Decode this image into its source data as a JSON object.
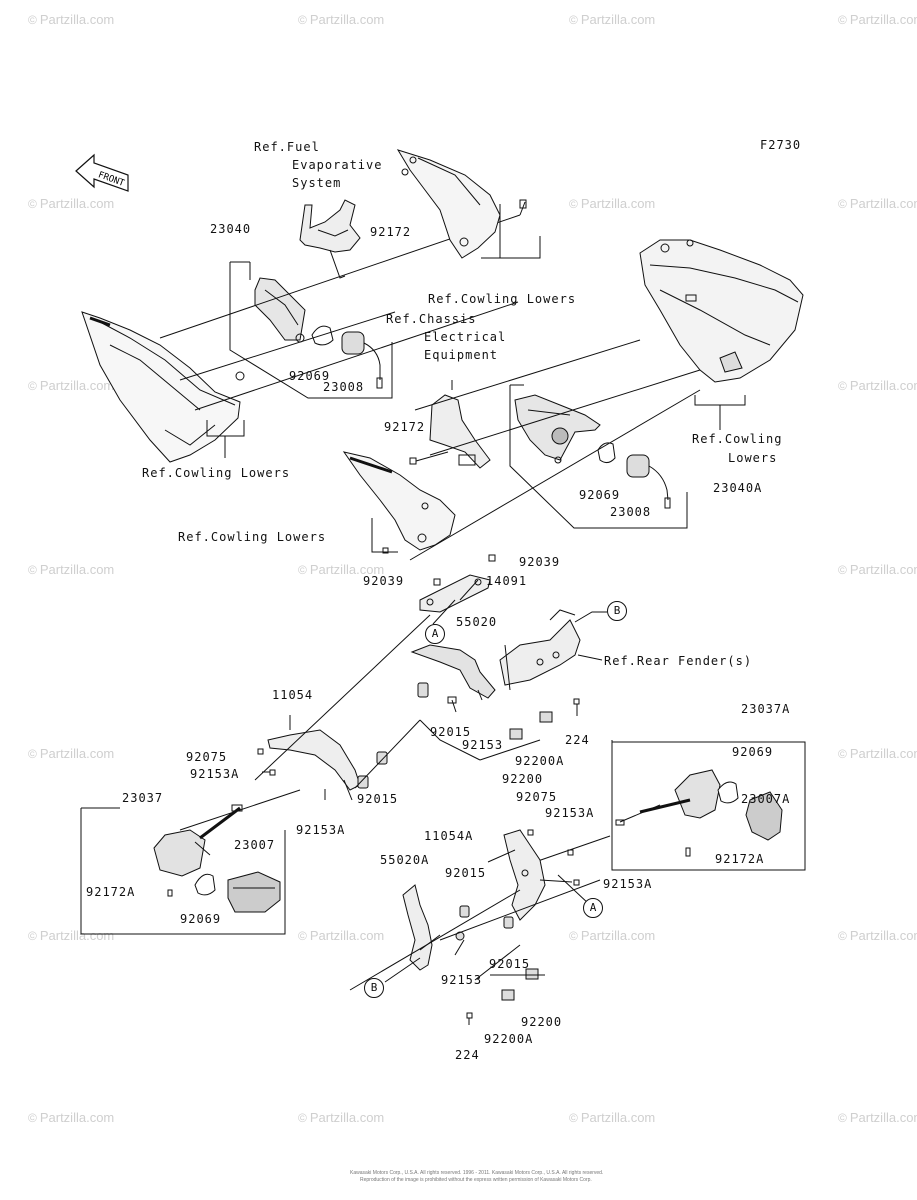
{
  "diagram_code": "F2730",
  "watermark": "Partzilla.com",
  "watermark_symbol": "©",
  "front_label": "FRONT",
  "callouts": {
    "a": "A",
    "b": "B"
  },
  "labels": {
    "ref_fuel_1": "Ref.Fuel",
    "ref_fuel_2": "Evaporative",
    "ref_fuel_3": "System",
    "p23040": "23040",
    "p92172_top": "92172",
    "ref_cowling_top": "Ref.Cowling Lowers",
    "ref_chassis_1": "Ref.Chassis",
    "ref_chassis_2": "Electrical",
    "ref_chassis_3": "Equipment",
    "p92069_left": "92069",
    "p23008_left": "23008",
    "ref_cowling_left": "Ref.Cowling Lowers",
    "p92172_mid": "92172",
    "ref_cowling_right_1": "Ref.Cowling",
    "ref_cowling_right_2": "Lowers",
    "p92069_mid": "92069",
    "p23008_mid": "23008",
    "p23040a": "23040A",
    "ref_cowling_mid": "Ref.Cowling Lowers",
    "p92039_r": "92039",
    "p92039_l": "92039",
    "p14091": "14091",
    "p55020": "55020",
    "ref_rear_fender": "Ref.Rear Fender(s)",
    "p11054": "11054",
    "p92015_a": "92015",
    "p92153_a": "92153",
    "p224_a": "224",
    "p92200a_a": "92200A",
    "p92200_a": "92200",
    "p92075_a": "92075",
    "p92153a_a": "92153A",
    "p92015_b": "92015",
    "p92153a_b": "92153A",
    "p23037a": "23037A",
    "p92069_r": "92069",
    "p23007a": "23007A",
    "p92172a_r": "92172A",
    "p23037": "23037",
    "p23007": "23007",
    "p92172a_l": "92172A",
    "p92069_l": "92069",
    "p92075_b": "92075",
    "p11054a": "11054A",
    "p92153a_c": "92153A",
    "p55020a": "55020A",
    "p92015_c": "92015",
    "p92153a_d": "92153A",
    "p92015_d": "92015",
    "p92153_b": "92153",
    "p92200_b": "92200",
    "p92200a_b": "92200A",
    "p224_b": "224"
  },
  "footer_line1": "Kawasaki Motors Corp., U.S.A. All rights reserved. 1996 - 2011. Kawasaki Motors Corp., U.S.A. All rights reserved.",
  "footer_line2": "Reproduction of the image is prohibited without the express written permission of Kawasaki Motors Corp."
}
